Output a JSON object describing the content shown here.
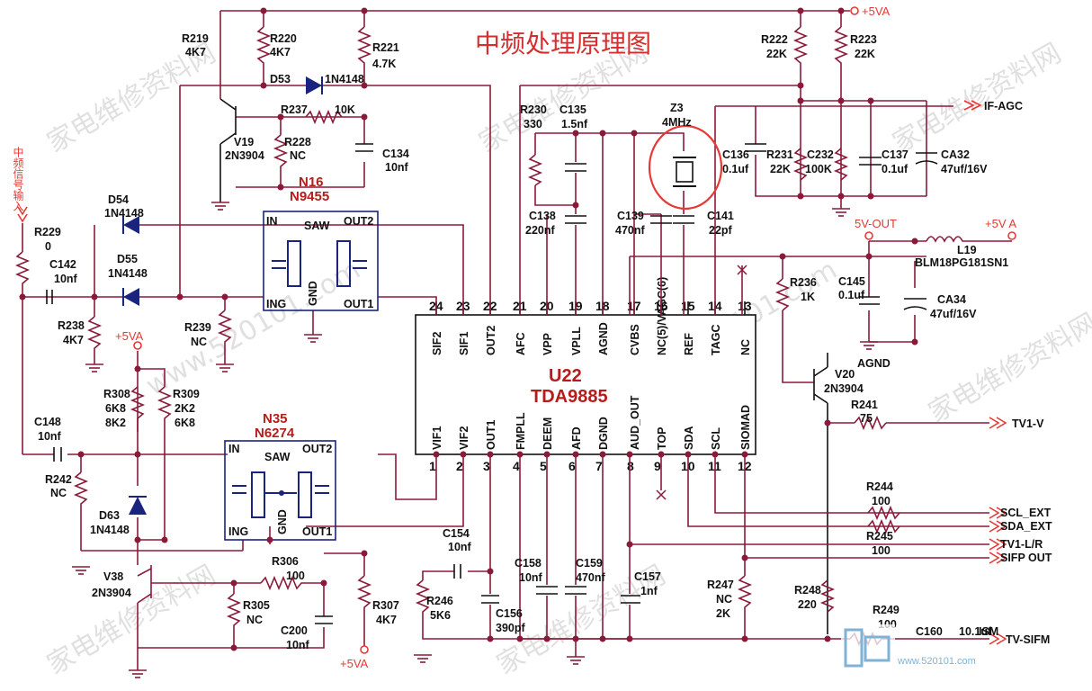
{
  "title": "中频处理原理图",
  "watermark": {
    "brand": "家电维修资料网",
    "url": "www.520101.com",
    "footer_url": "www.520101.com"
  },
  "ic": {
    "name": "U22",
    "part": "TDA9885",
    "top_pins": [
      {
        "n": "24",
        "f": "SIF2"
      },
      {
        "n": "23",
        "f": "SIF1"
      },
      {
        "n": "22",
        "f": "OUT2"
      },
      {
        "n": "21",
        "f": "AFC"
      },
      {
        "n": "20",
        "f": "VPP"
      },
      {
        "n": "19",
        "f": "VPLL"
      },
      {
        "n": "18",
        "f": "AGND"
      },
      {
        "n": "17",
        "f": "CVBS"
      },
      {
        "n": "16",
        "f": "NC(5)/VAGC(6)"
      },
      {
        "n": "15",
        "f": "REF"
      },
      {
        "n": "14",
        "f": "TAGC"
      },
      {
        "n": "13",
        "f": "NC"
      }
    ],
    "bottom_pins": [
      {
        "n": "1",
        "f": "VIF1"
      },
      {
        "n": "2",
        "f": "VIF2"
      },
      {
        "n": "3",
        "f": "OUT1"
      },
      {
        "n": "4",
        "f": "FMPLL"
      },
      {
        "n": "5",
        "f": "DEEM"
      },
      {
        "n": "6",
        "f": "AFD"
      },
      {
        "n": "7",
        "f": "DGND"
      },
      {
        "n": "8",
        "f": "AUD_OUT"
      },
      {
        "n": "9",
        "f": "TOP"
      },
      {
        "n": "10",
        "f": "SDA"
      },
      {
        "n": "11",
        "f": "SCL"
      },
      {
        "n": "12",
        "f": "SIOMAD"
      }
    ]
  },
  "saw1": {
    "ref": "N16",
    "part": "N9455",
    "label": "SAW",
    "in": "IN",
    "ing": "ING",
    "out1": "OUT1",
    "out2": "OUT2",
    "gnd": "GND"
  },
  "saw2": {
    "ref": "N35",
    "part": "N6274",
    "label": "SAW",
    "in": "IN",
    "ing": "ING",
    "out1": "OUT1",
    "out2": "OUT2",
    "gnd": "GND"
  },
  "components": {
    "r219": {
      "ref": "R219",
      "val": "4K7"
    },
    "r220": {
      "ref": "R220",
      "val": "4K7"
    },
    "r221": {
      "ref": "R221",
      "val": "4.7K"
    },
    "d53": {
      "ref": "D53",
      "val": "1N4148"
    },
    "r237": {
      "ref": "R237",
      "val": "10K"
    },
    "v19": {
      "ref": "V19",
      "val": "2N3904"
    },
    "r228": {
      "ref": "R228",
      "val": "NC"
    },
    "c134": {
      "ref": "C134",
      "val": "10nf"
    },
    "d54": {
      "ref": "D54",
      "val": "1N4148"
    },
    "d55": {
      "ref": "D55",
      "val": "1N4148"
    },
    "r229": {
      "ref": "R229",
      "val": "0"
    },
    "c142": {
      "ref": "C142",
      "val": "10nf"
    },
    "r238": {
      "ref": "R238",
      "val": "4K7"
    },
    "r239": {
      "ref": "R239",
      "val": "NC"
    },
    "r308": {
      "ref": "R308",
      "val1": "6K8",
      "val2": "8K2"
    },
    "r309": {
      "ref": "R309",
      "val1": "2K2",
      "val2": "6K8"
    },
    "c148": {
      "ref": "C148",
      "val": "10nf"
    },
    "r242": {
      "ref": "R242",
      "val": "NC"
    },
    "d63": {
      "ref": "D63",
      "val": "1N4148"
    },
    "v38": {
      "ref": "V38",
      "val": "2N3904"
    },
    "r306": {
      "ref": "R306",
      "val": "100"
    },
    "r305": {
      "ref": "R305",
      "val": "NC"
    },
    "c200": {
      "ref": "C200",
      "val": "10nf"
    },
    "r307": {
      "ref": "R307",
      "val": "4K7"
    },
    "c154": {
      "ref": "C154",
      "val": "10nf"
    },
    "r246": {
      "ref": "R246",
      "val": "5K6"
    },
    "c156": {
      "ref": "C156",
      "val": "390pf"
    },
    "c158": {
      "ref": "C158",
      "val": "10nf"
    },
    "c159": {
      "ref": "C159",
      "val": "470nf"
    },
    "c157": {
      "ref": "C157",
      "val": "1nf"
    },
    "r230": {
      "ref": "R230",
      "val": "330"
    },
    "c135": {
      "ref": "C135",
      "val": "1.5nf"
    },
    "c138": {
      "ref": "C138",
      "val": "220nf"
    },
    "c139": {
      "ref": "C139",
      "val": "470nf"
    },
    "z3": {
      "ref": "Z3",
      "val": "4MHz"
    },
    "c141": {
      "ref": "C141",
      "val": "22pf"
    },
    "r222": {
      "ref": "R222",
      "val": "22K"
    },
    "r223": {
      "ref": "R223",
      "val": "22K"
    },
    "c136": {
      "ref": "C136",
      "val": "0.1uf"
    },
    "r231": {
      "ref": "R231",
      "val": "22K"
    },
    "c232": {
      "ref": "C232",
      "val": "100K"
    },
    "c137": {
      "ref": "C137",
      "val": "0.1uf"
    },
    "ca32": {
      "ref": "CA32",
      "val": "47uf/16V"
    },
    "l19": {
      "ref": "L19",
      "val": "BLM18PG181SN1"
    },
    "c145": {
      "ref": "C145",
      "val": "0.1uf"
    },
    "ca34": {
      "ref": "CA34",
      "val": "47uf/16V"
    },
    "r236": {
      "ref": "R236",
      "val": "1K"
    },
    "v20": {
      "ref": "V20",
      "val": "2N3904"
    },
    "r241": {
      "ref": "R241",
      "val": "75"
    },
    "r244": {
      "ref": "R244",
      "val": "100"
    },
    "r245": {
      "ref": "R245",
      "val": "100"
    },
    "r247": {
      "ref": "R247",
      "val1": "NC",
      "val2": "2K"
    },
    "r248": {
      "ref": "R248",
      "val": "220"
    },
    "r249": {
      "ref": "R249",
      "val": "100"
    },
    "c160": {
      "ref": "C160",
      "val": "10.1uf"
    }
  },
  "nets": {
    "p5va_top": "+5VA",
    "p5va_left": "+5VA",
    "p5va_bottom": "+5VA",
    "v5out": "5V-OUT",
    "p5v_a": "+5V A",
    "agnd": "AGND",
    "if_agc": "IF-AGC",
    "tv1_v": "TV1-V",
    "scl_ext": "SCL_EXT",
    "sda_ext": "SDA_EXT",
    "tv1_lr": "TV1-L/R",
    "sifp_out": "SIFP  OUT",
    "tv_sifm": "TV-SIFM",
    "ism": "ISM"
  },
  "input_label": "中频信号输入"
}
